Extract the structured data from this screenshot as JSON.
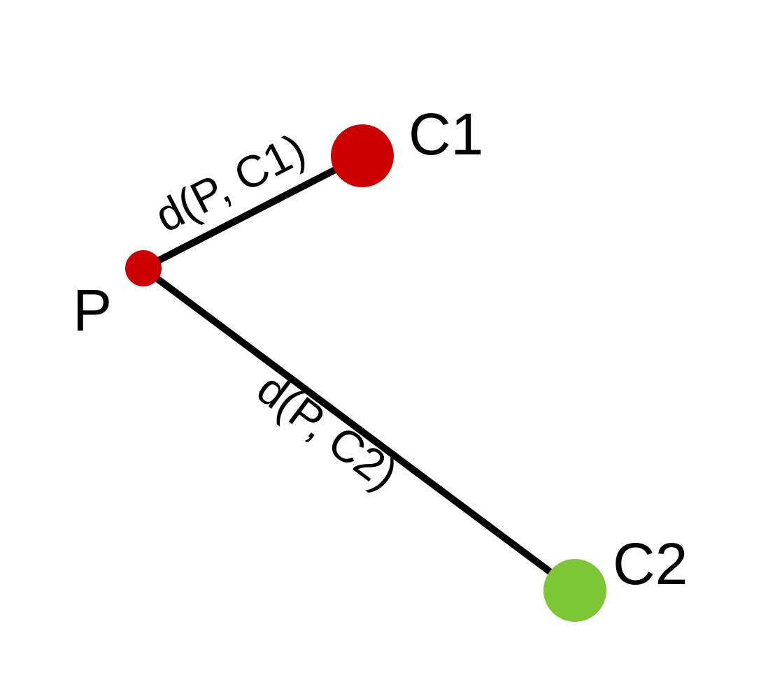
{
  "points": {
    "p": {
      "label": "P",
      "color": "#cc0000"
    },
    "c1": {
      "label": "C1",
      "color": "#cc0000"
    },
    "c2": {
      "label": "C2",
      "color": "#7dc636"
    }
  },
  "edges": {
    "p_c1": {
      "label": "d(P, C1)"
    },
    "p_c2": {
      "label": "d(P, C2)"
    }
  },
  "line_color": "#000000"
}
